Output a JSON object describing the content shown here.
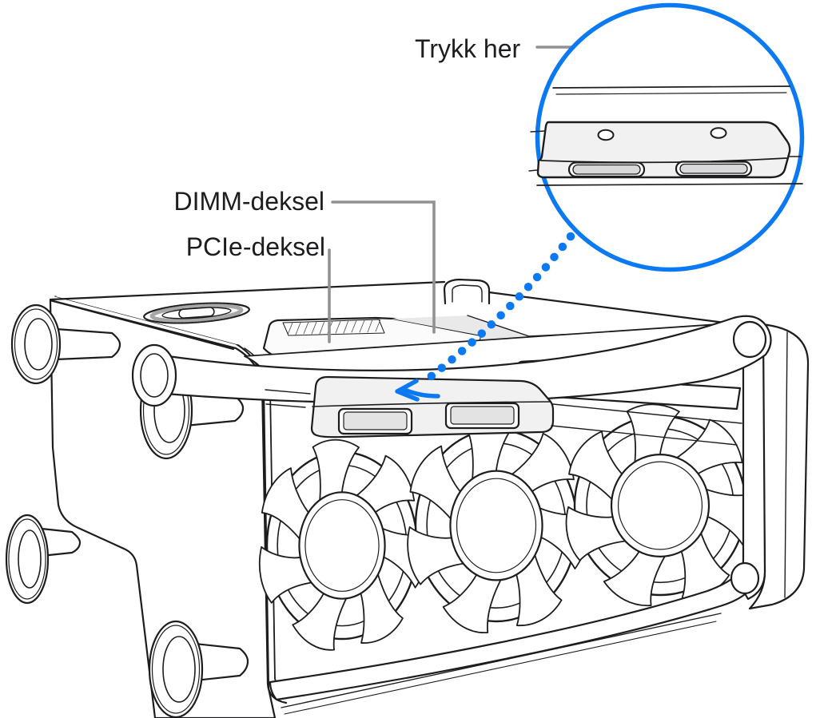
{
  "figure": {
    "type": "technical-illustration",
    "subject": "Mac Pro on its side",
    "labels": {
      "press_here": "Trykk her",
      "dimm_cover": "DIMM-deksel",
      "pcie_cover": "PCIe-deksel"
    },
    "colors": {
      "accent_blue": "#0b79f2",
      "leader_gray": "#929292",
      "outline_dark": "#1d1d1f",
      "cover_fill": "#f1f1f1",
      "shade_fill": "#e9e9e9",
      "background": "#ffffff"
    }
  }
}
